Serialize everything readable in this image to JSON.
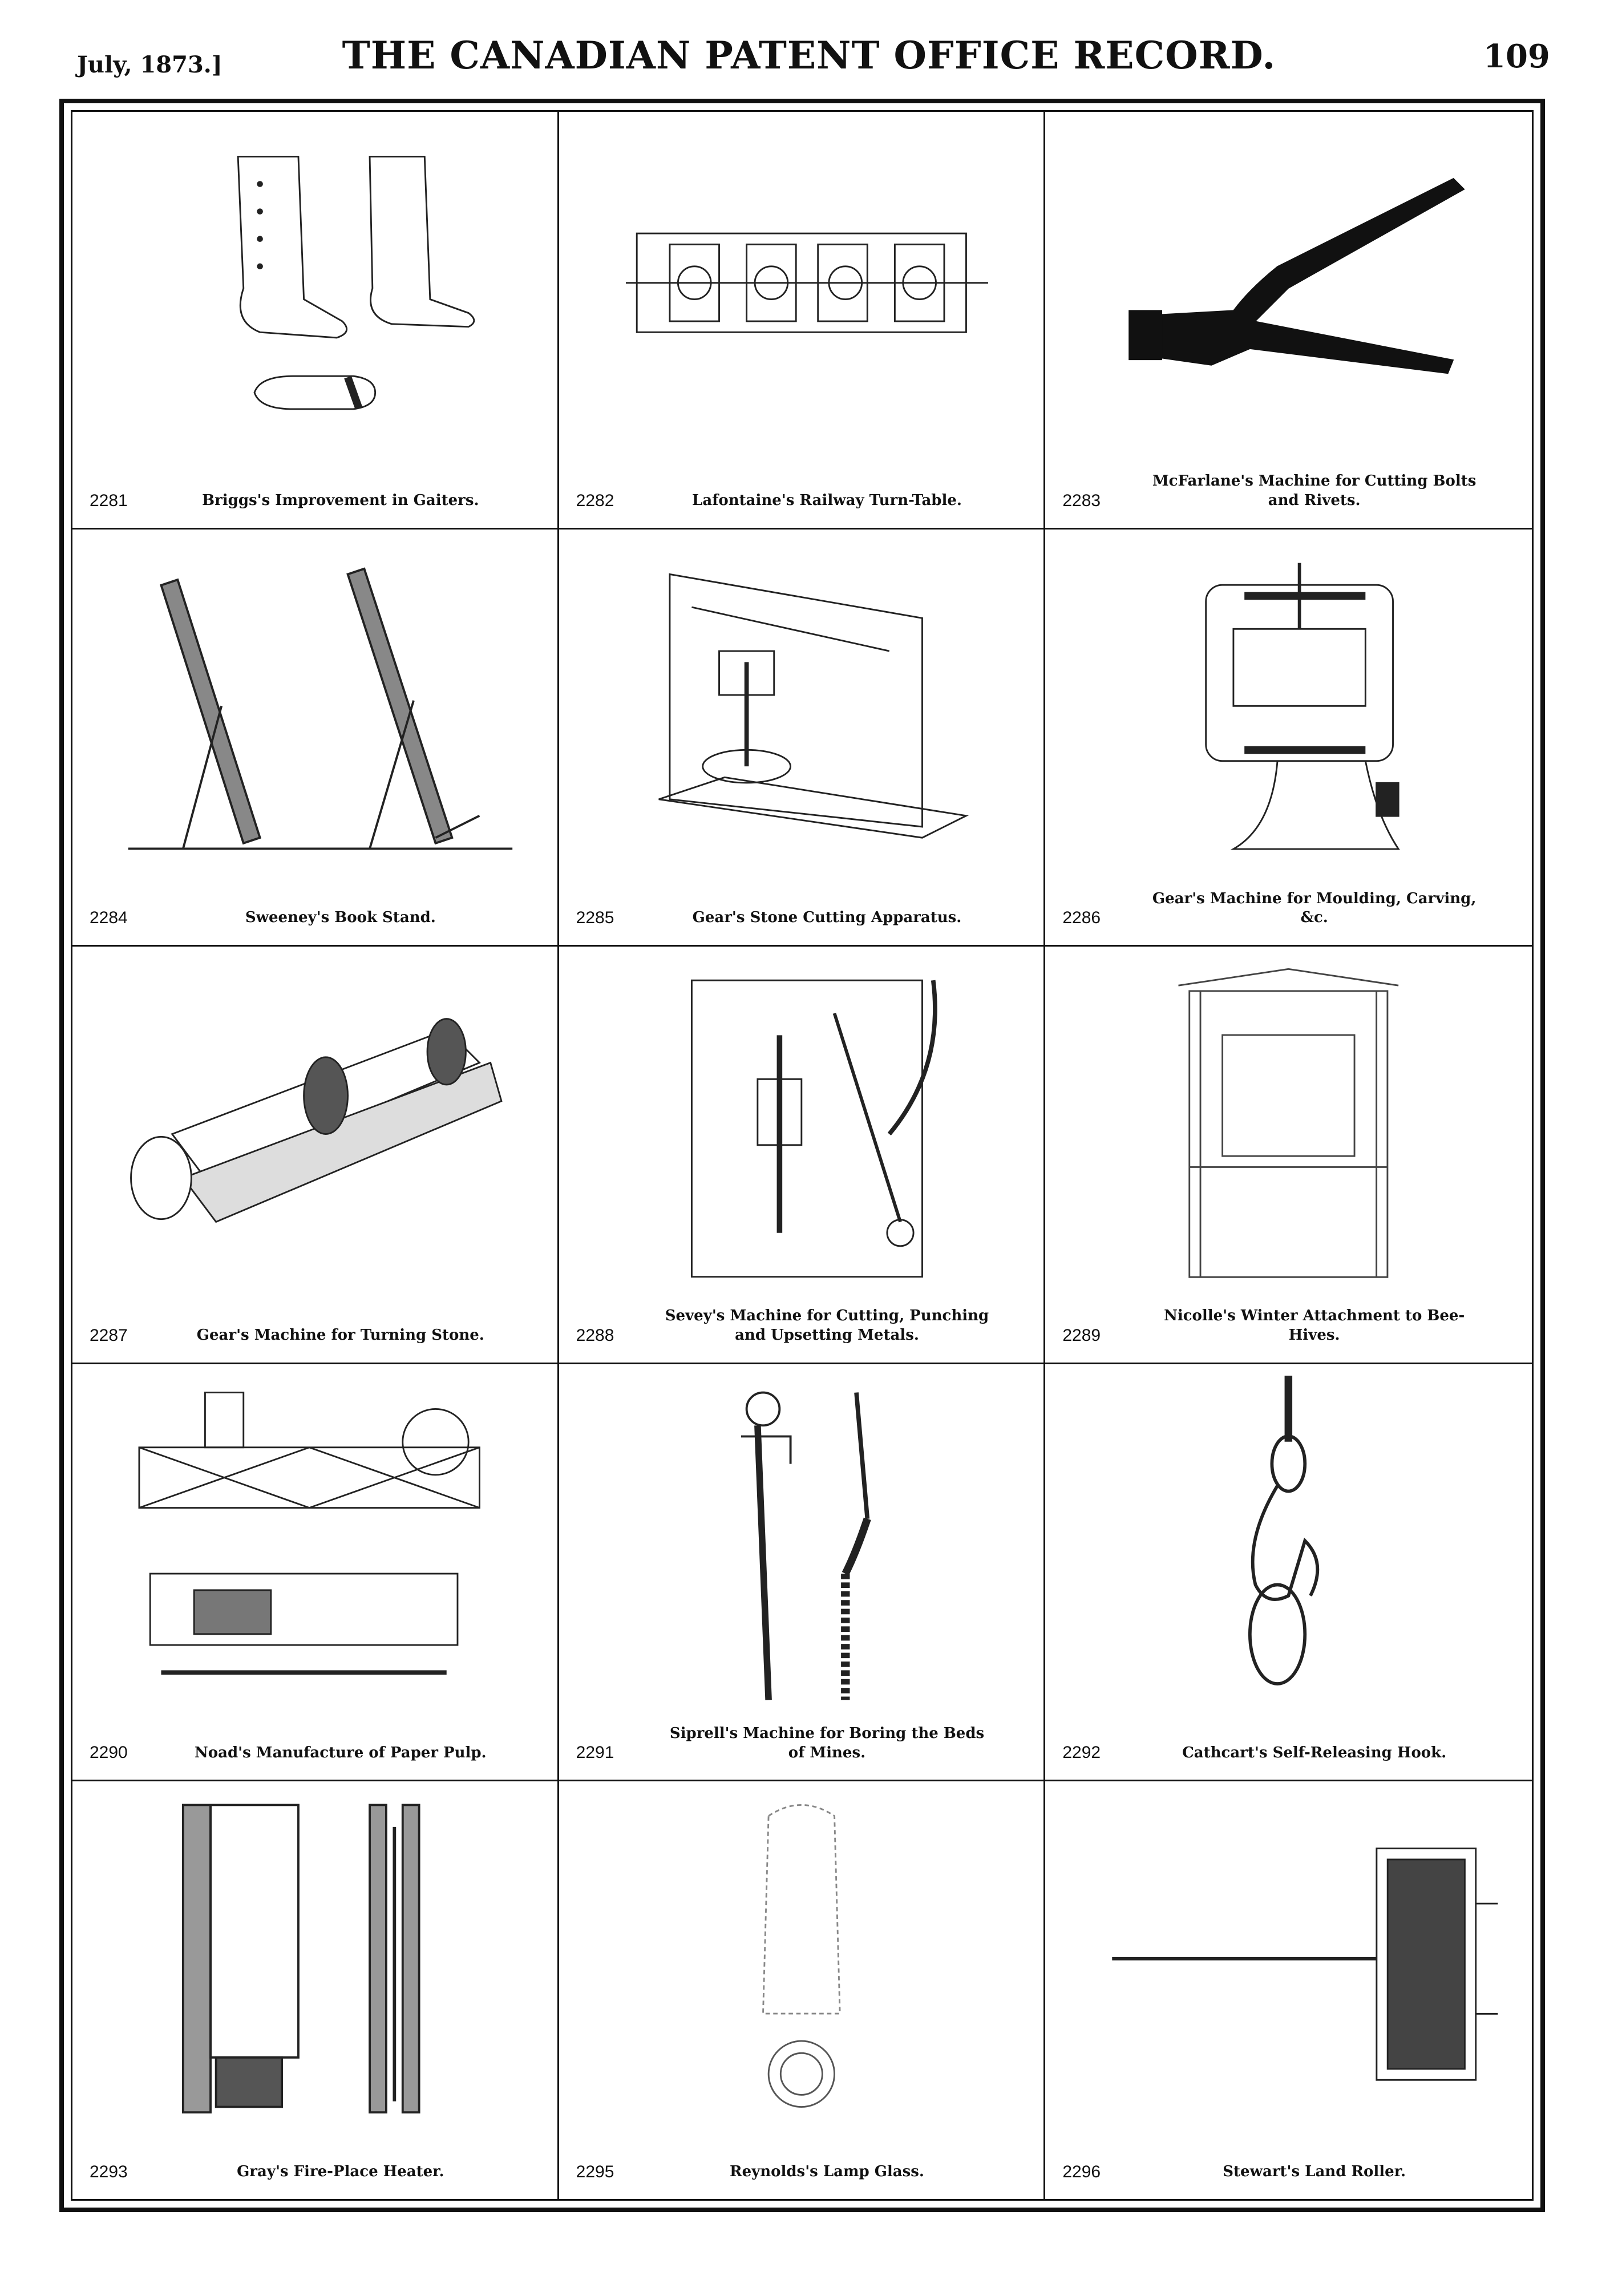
{
  "header": {
    "date": "July, 1873.]",
    "title": "THE CANADIAN PATENT OFFICE RECORD.",
    "page_number": "109"
  },
  "patents": [
    {
      "number": "2281",
      "title": "Briggs's Improvement in Gaiters.",
      "figure": "gaiter-boot-illustration"
    },
    {
      "number": "2282",
      "title": "Lafontaine's Railway Turn-Table.",
      "figure": "turn-table-plan-illustration"
    },
    {
      "number": "2283",
      "title": "McFarlane's Machine for Cutting Bolts and Rivets.",
      "figure": "bolt-cutter-illustration"
    },
    {
      "number": "2284",
      "title": "Sweeney's Book Stand.",
      "figure": "book-stand-illustration"
    },
    {
      "number": "2285",
      "title": "Gear's Stone Cutting Apparatus.",
      "figure": "stone-cutting-apparatus-illustration"
    },
    {
      "number": "2286",
      "title": "Gear's Machine for Moulding, Carving, &c.",
      "figure": "moulding-machine-illustration"
    },
    {
      "number": "2287",
      "title": "Gear's Machine for Turning Stone.",
      "figure": "stone-turning-machine-illustration"
    },
    {
      "number": "2288",
      "title": "Sevey's Machine for Cutting, Punching and Upsetting Metals.",
      "figure": "metal-punching-machine-illustration"
    },
    {
      "number": "2289",
      "title": "Nicolle's Winter Attachment to Bee-Hives.",
      "figure": "bee-hive-attachment-illustration"
    },
    {
      "number": "2290",
      "title": "Noad's Manufacture of Paper Pulp.",
      "figure": "paper-pulp-machine-illustration"
    },
    {
      "number": "2291",
      "title": "Siprell's Machine for Boring the Beds of Mines.",
      "figure": "boring-machine-illustration"
    },
    {
      "number": "2292",
      "title": "Cathcart's Self-Releasing Hook.",
      "figure": "self-releasing-hook-illustration"
    },
    {
      "number": "2293",
      "title": "Gray's Fire-Place Heater.",
      "figure": "fire-place-heater-illustration"
    },
    {
      "number": "2295",
      "title": "Reynolds's Lamp Glass.",
      "figure": "lamp-glass-illustration"
    },
    {
      "number": "2296",
      "title": "Stewart's Land Roller.",
      "figure": "land-roller-illustration"
    }
  ]
}
